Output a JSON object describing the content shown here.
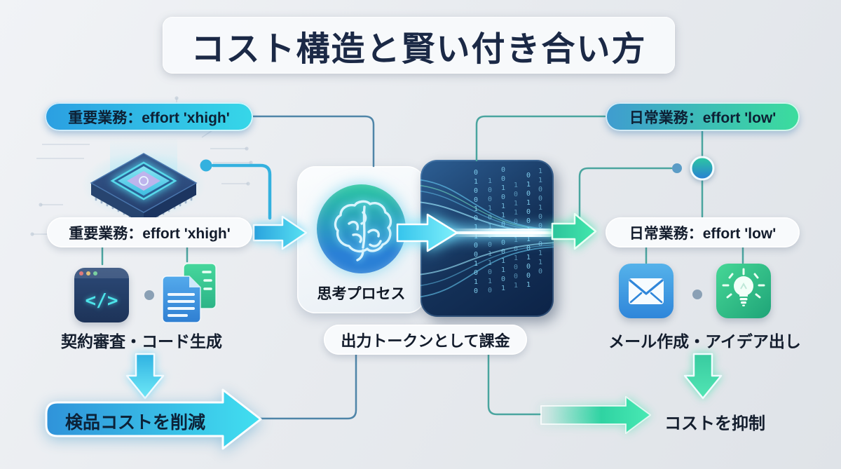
{
  "title": "コスト構造と賢い付き合い方",
  "left": {
    "badge": "重要業務：effort 'xhigh'",
    "pill": "重要業務：effort 'xhigh'",
    "caption": "契約審査・コード生成",
    "code_glyph": "</>",
    "flow_arrow": "検品コストを削減"
  },
  "right": {
    "badge": "日常業務：effort 'low'",
    "pill": "日常業務：effort 'low'",
    "caption": "メール作成・アイデア出し",
    "result": "コストを抑制"
  },
  "center": {
    "process_label": "思考プロセス",
    "billing_pill": "出力トークンとして課金",
    "binary_columns": [
      "0\n1\n0\n0\n1\n0\n1\n1\n0\n0\n1\n0\n1\n0",
      "1\n0\n0\n1\n0\n1\n0\n0\n1\n1\n0\n1\n0",
      "0\n0\n1\n0\n1\n1\n0\n1\n0\n0\n1\n1\n0\n1",
      "1\n0\n1\n1\n0\n0\n1\n0\n1\n0\n0\n1",
      "0\n1\n0\n1\n0\n0\n1\n1\n0\n1\n0\n0\n1",
      "1\n1\n0\n0\n1\n0\n0\n1\n0\n1\n1\n0"
    ]
  },
  "icons": {
    "chip": "cpu-chip-3d",
    "left_tile_1": "code-window",
    "left_tile_2": "documents",
    "center_circle": "brain",
    "center_panel": "binary-data-stream",
    "right_tile_1": "envelope",
    "right_tile_2": "lightbulb"
  },
  "colors": {
    "navy_text": "#1b2946",
    "badge_blue": "#2b9fe2",
    "badge_cyan": "#36d7e8",
    "badge_green": "#3bdd9d",
    "arrow_blue": "#2f93da",
    "arrow_cyan": "#41dff0",
    "arrow_green": "#3fe0a8",
    "panel_navy": "#143158",
    "connector_blue": "#4f85a8",
    "connector_teal": "#4aa59f"
  }
}
